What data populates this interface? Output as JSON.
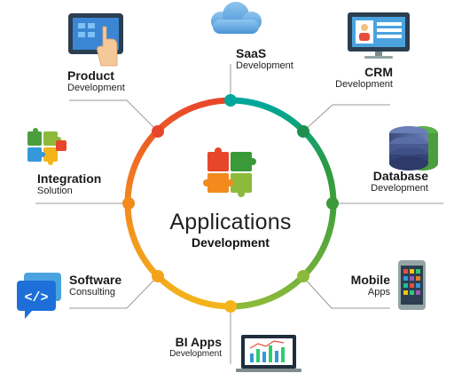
{
  "center": {
    "title": "Applications",
    "subtitle": "Development"
  },
  "nodes": [
    {
      "key": "saas",
      "title": "SaaS",
      "subtitle": "Development",
      "icon": "cloud-icon"
    },
    {
      "key": "crm",
      "title": "CRM",
      "subtitle": "Development",
      "icon": "monitor-profile-icon"
    },
    {
      "key": "database",
      "title": "Database",
      "subtitle": "Development",
      "icon": "database-icon"
    },
    {
      "key": "mobile",
      "title": "Mobile",
      "subtitle": "Apps",
      "icon": "smartphone-icon"
    },
    {
      "key": "bi",
      "title": "BI Apps",
      "subtitle": "Development",
      "icon": "laptop-chart-icon"
    },
    {
      "key": "software",
      "title": "Software",
      "subtitle": "Consulting",
      "icon": "code-chat-icon"
    },
    {
      "key": "integration",
      "title": "Integration",
      "subtitle": "Solution",
      "icon": "puzzle-icon"
    },
    {
      "key": "product",
      "title": "Product",
      "subtitle": "Development",
      "icon": "tablet-touch-icon"
    }
  ],
  "colors": {
    "teal": "#00a79d",
    "green": "#3a9a3a",
    "olive": "#8dba3b",
    "yellow": "#f3b51b",
    "orange": "#f28a1e",
    "red": "#e8462a",
    "connector": "#9a9a9a"
  }
}
